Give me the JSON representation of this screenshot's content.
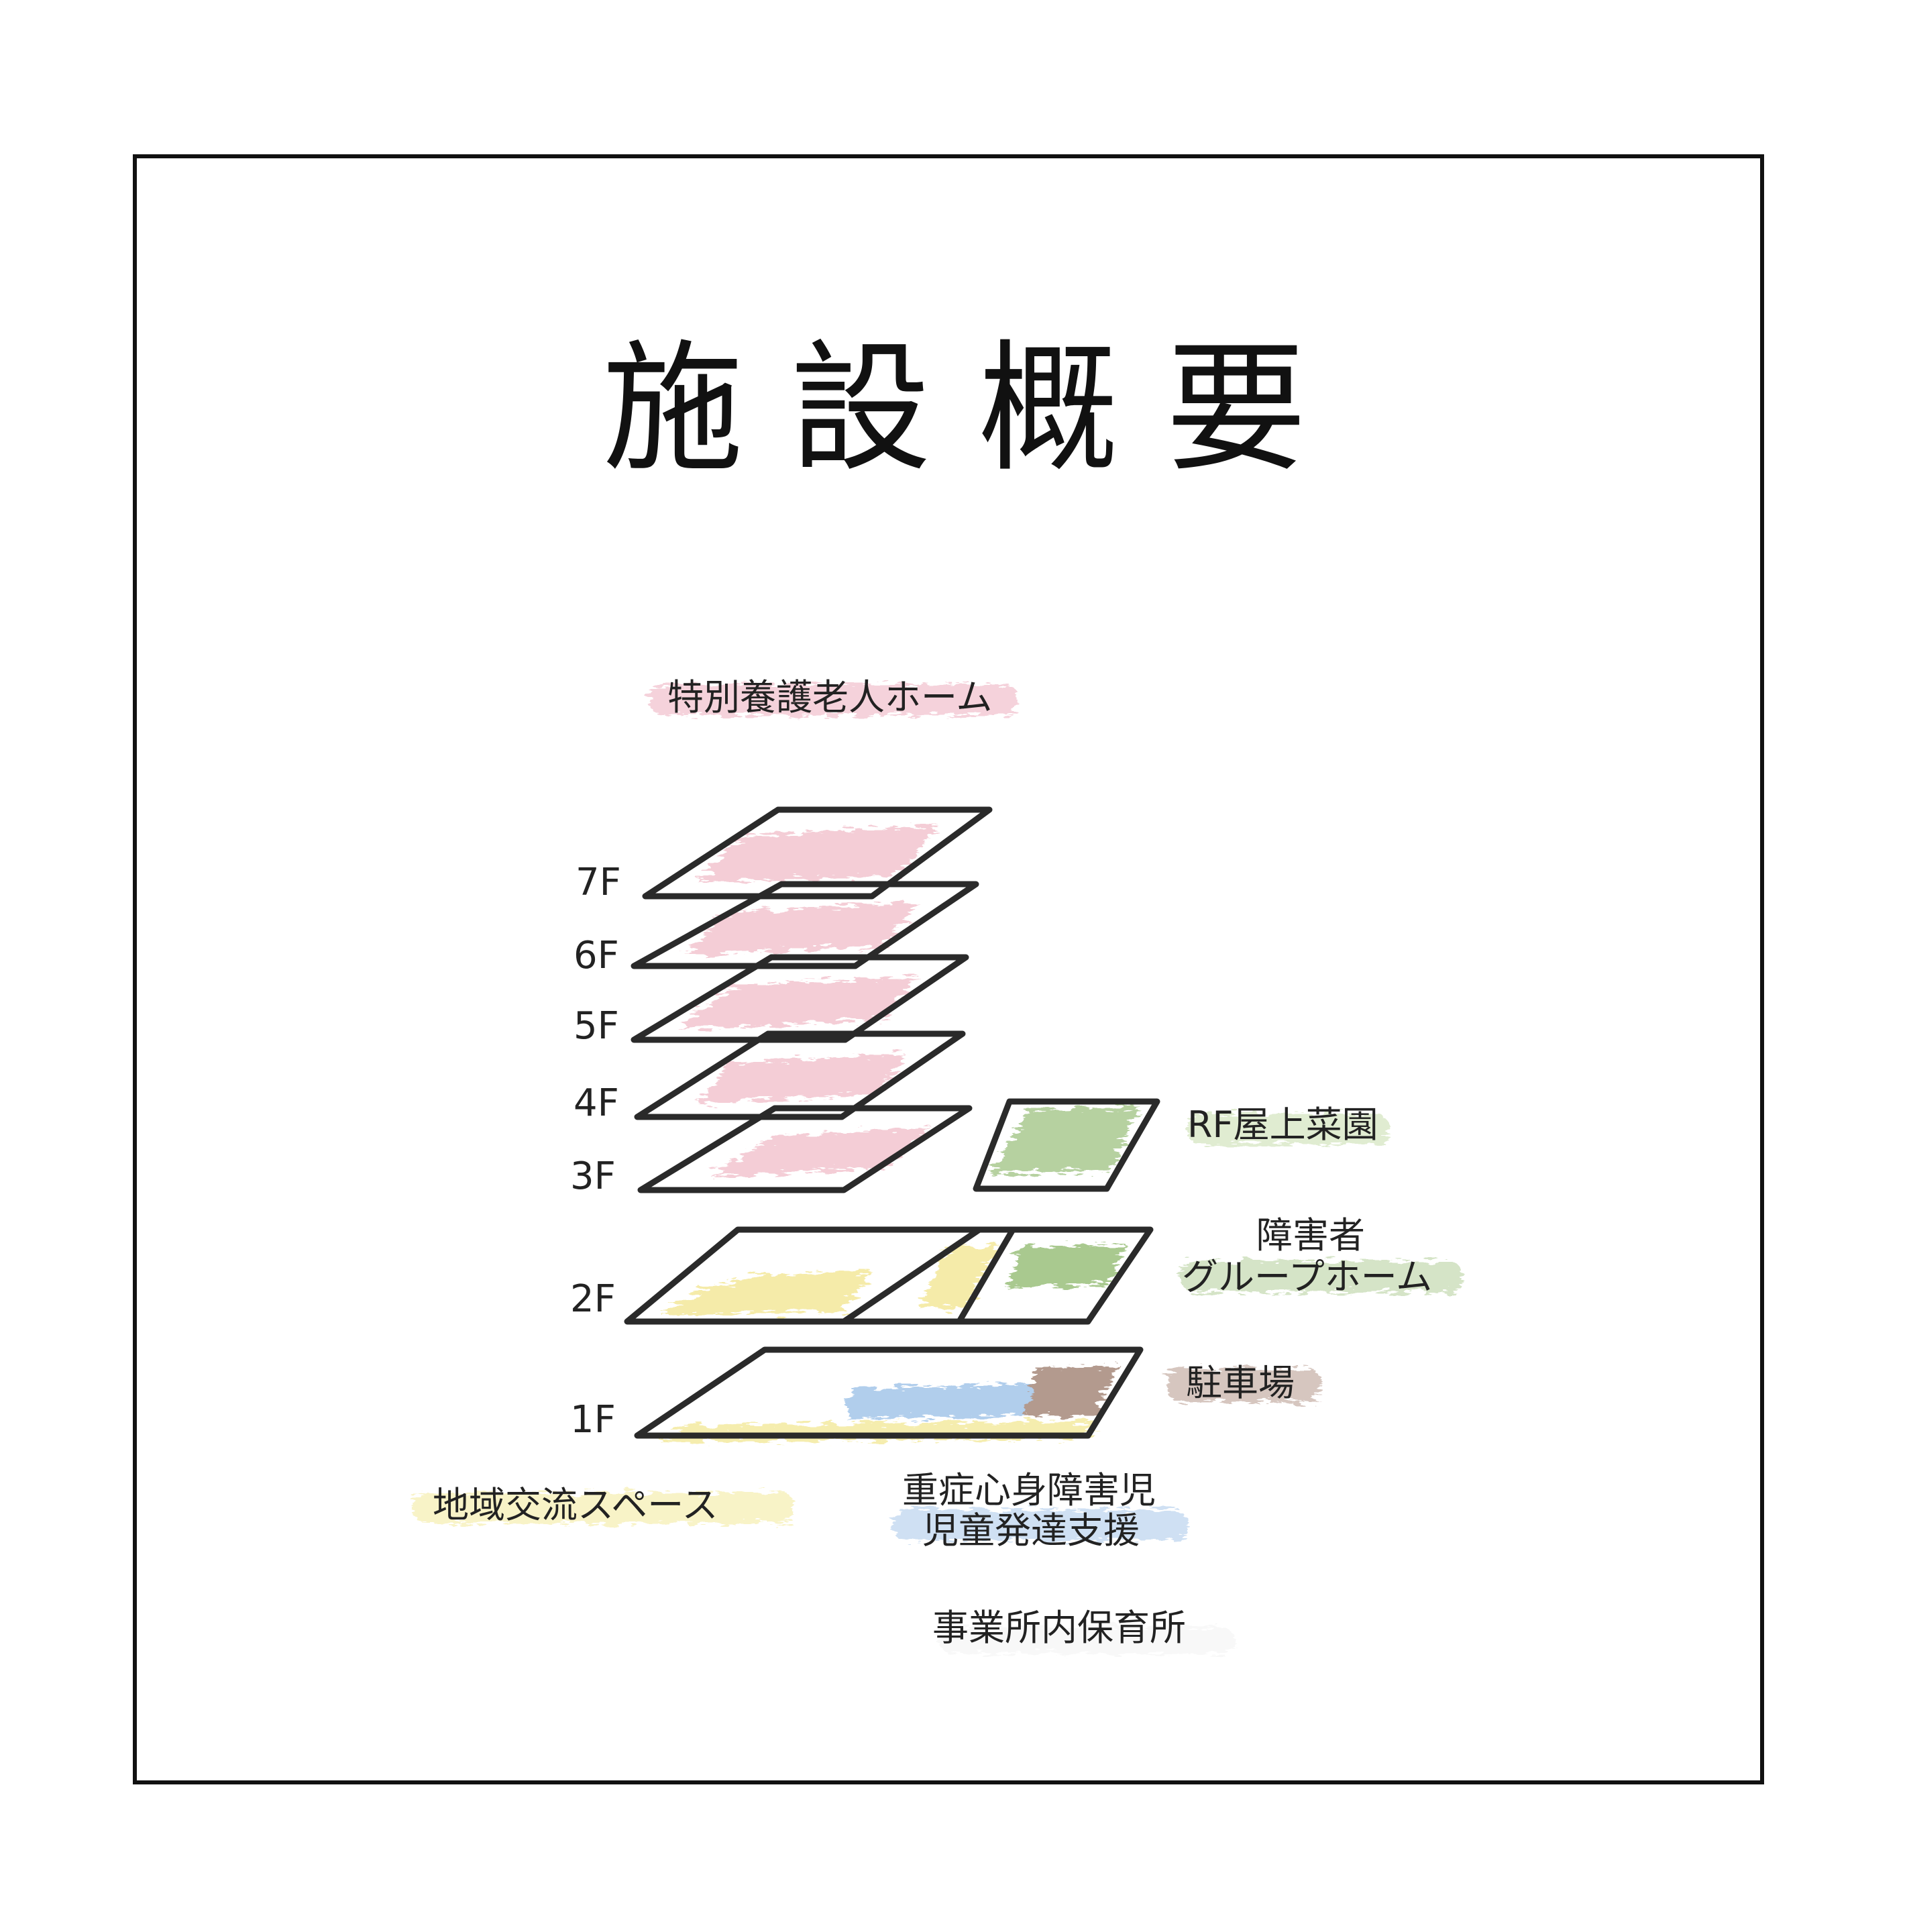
{
  "title": "施設概要",
  "floors": [
    "7F",
    "6F",
    "5F",
    "4F",
    "3F",
    "2F",
    "1F"
  ],
  "areas": {
    "nursing_home": "特別養護老人ホーム",
    "rooftop_garden": "RF屋上菜園",
    "group_home_line1": "障害者",
    "group_home_line2": "グループホーム",
    "parking": "駐車場",
    "community_space": "地域交流スペース",
    "disability_child_line1": "重症心身障害児",
    "disability_child_line2": "児童発達支援",
    "nursery": "事業所内保育所"
  },
  "colors": {
    "pink": "#f2c4cf",
    "green": "#a9c98f",
    "yellow": "#f3e89a",
    "blue": "#a9c9ea",
    "brown": "#b39a8e",
    "line": "#2a2a2a"
  }
}
